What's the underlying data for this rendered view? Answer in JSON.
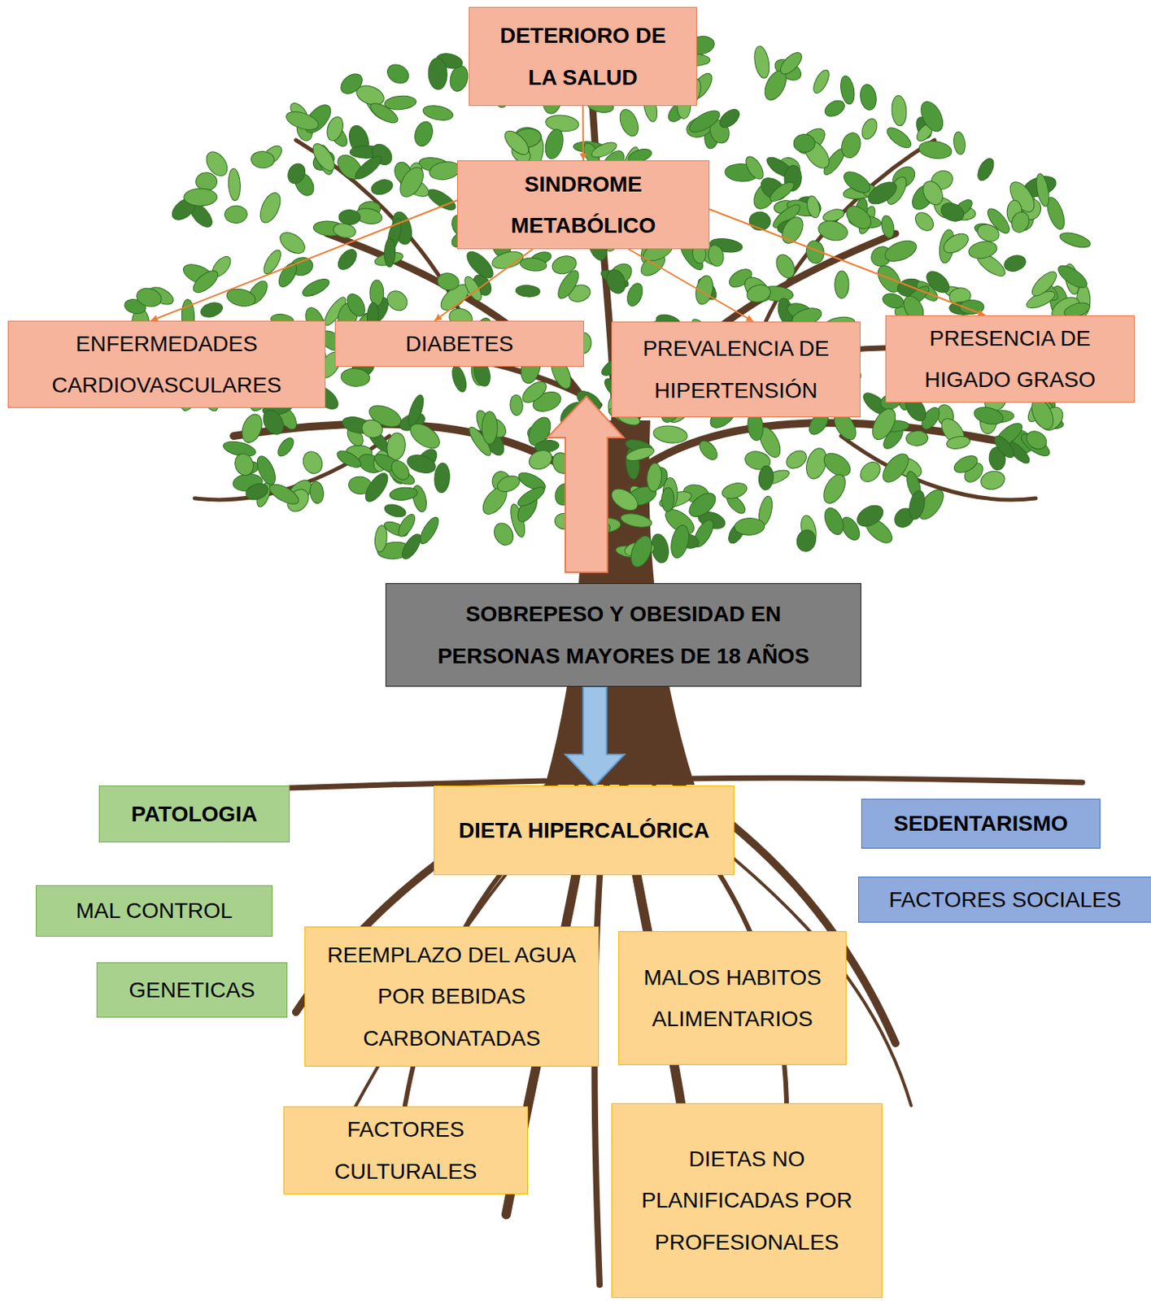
{
  "diagram": {
    "nodes": [
      {
        "text": [
          "DETERIORO DE LA SALUD"
        ]
      },
      {
        "text": [
          "SINDROME METABÓLICO"
        ]
      },
      {
        "text": [
          "ENFERMEDADES CARDIOVASCULARES"
        ]
      },
      {
        "text": [
          "DIABETES"
        ]
      },
      {
        "text": [
          "PREVALENCIA DE HIPERTENSIÓN"
        ]
      },
      {
        "text": [
          "PRESENCIA DE HIGADO GRASO"
        ]
      },
      {
        "text": [
          "SOBREPESO Y OBESIDAD EN PERSONAS MAYORES DE 18 AÑOS"
        ]
      },
      {
        "text": [
          "PATOLOGIA"
        ]
      },
      {
        "text": [
          "DIETA HIPERCALÓRICA"
        ]
      },
      {
        "text": [
          "SEDENTARISMO"
        ]
      },
      {
        "text": [
          "MAL CONTROL"
        ]
      },
      {
        "text": [
          "FACTORES SOCIALES"
        ]
      },
      {
        "text": [
          "GENETICAS"
        ]
      },
      {
        "text": [
          "REEMPLAZO DEL AGUA POR BEBIDAS CARBONATADAS"
        ]
      },
      {
        "text": [
          "MALOS HABITOS ALIMENTARIOS"
        ]
      },
      {
        "text": [
          "FACTORES CULTURALES"
        ]
      },
      {
        "text": [
          "DIETAS NO PLANIFICADAS POR PROFESIONALES"
        ]
      }
    ],
    "edges": [
      {
        "from": 0,
        "to": 1,
        "arrow": "to"
      },
      {
        "from": 1,
        "to": 2,
        "arrow": "to"
      },
      {
        "from": 1,
        "to": 3,
        "arrow": "to"
      },
      {
        "from": 1,
        "to": 4,
        "arrow": "to"
      },
      {
        "from": 1,
        "to": 5,
        "arrow": "to"
      },
      {
        "from": 6,
        "to": 8,
        "arrow": "to"
      }
    ]
  }
}
